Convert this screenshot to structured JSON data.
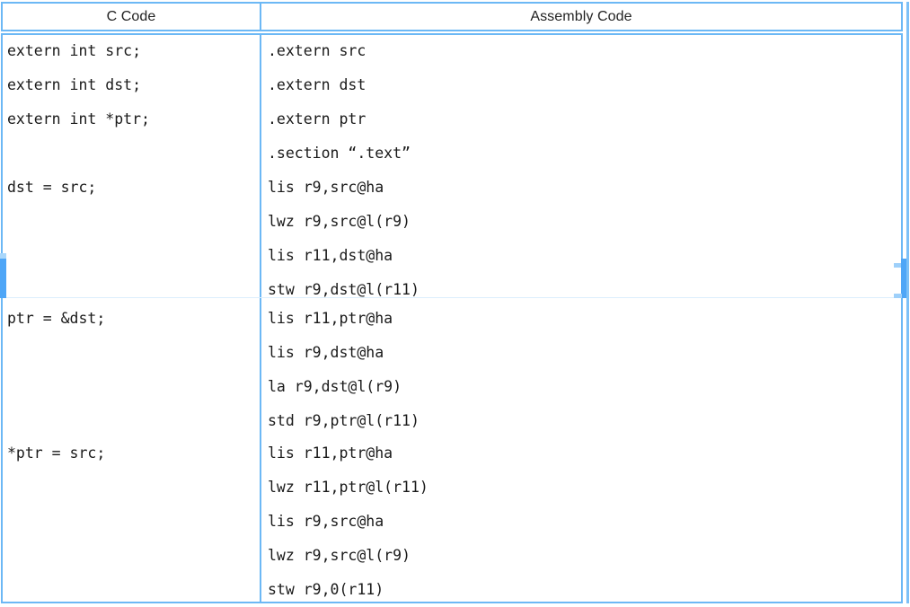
{
  "table": {
    "headers": {
      "c_code": "C Code",
      "assembly_code": "Assembly Code"
    },
    "colors": {
      "border": "#6cb8f5",
      "row_divider": "#dceefc",
      "accent": "#4ea6f7",
      "text": "#1a1a1a",
      "background": "#ffffff"
    },
    "rows": [
      {
        "c_lines": [
          "extern int src;",
          "extern int dst;",
          "extern int *ptr;"
        ],
        "asm_lines": [
          ".extern src",
          ".extern dst",
          ".extern ptr",
          ".section “.text”"
        ]
      },
      {
        "c_lines": [
          "dst = src;"
        ],
        "asm_lines": [
          "lis r9,src@ha",
          "lwz r9,src@l(r9)",
          "lis r11,dst@ha",
          "stw r9,dst@l(r11)"
        ]
      },
      {
        "c_lines": [
          "ptr = &dst;"
        ],
        "asm_lines": [
          "lis r11,ptr@ha",
          "lis r9,dst@ha",
          "la r9,dst@l(r9)",
          "std r9,ptr@l(r11)"
        ]
      },
      {
        "c_lines": [
          "*ptr = src;"
        ],
        "asm_lines": [
          "lis r11,ptr@ha",
          "lwz r11,ptr@l(r11)",
          "lis r9,src@ha",
          "lwz r9,src@l(r9)",
          "stw r9,0(r11)"
        ]
      }
    ]
  },
  "layout": {
    "c_line_tops": [
      10,
      48,
      86,
      162,
      308,
      458
    ],
    "asm_line_tops": [
      10,
      48,
      86,
      124,
      162,
      200,
      238,
      276,
      308,
      346,
      384,
      422,
      458,
      496,
      534,
      572,
      610
    ],
    "row_divider_tops": [
      292
    ]
  }
}
